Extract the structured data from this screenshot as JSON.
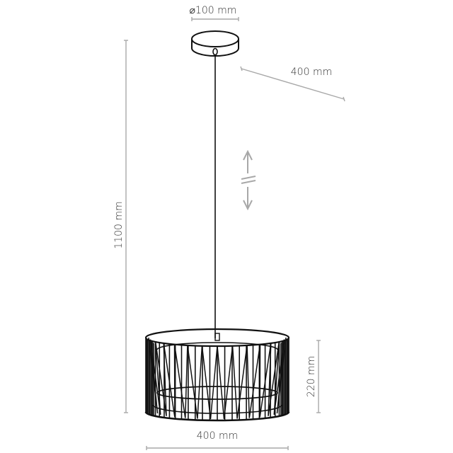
{
  "drawing": {
    "title": "Pendant lamp dimension drawing",
    "colors": {
      "ink": "#111111",
      "dimension": "#a8a8a8",
      "label": "#333333",
      "background": "#ffffff"
    },
    "dimensions": {
      "canopy_diameter": {
        "label": "⌀100 mm",
        "value_mm": 100
      },
      "canopy_to_shade_offset": {
        "label": "400 mm",
        "value_mm": 400
      },
      "total_height": {
        "label": "1100 mm",
        "value_mm": 1100
      },
      "shade_height": {
        "label": "220 mm",
        "value_mm": 220
      },
      "shade_diameter": {
        "label": "400 mm",
        "value_mm": 400
      }
    },
    "icons": {
      "adjustable_cord": "adjustable-length-arrows-icon"
    },
    "shade": {
      "bar_count": 30
    }
  }
}
